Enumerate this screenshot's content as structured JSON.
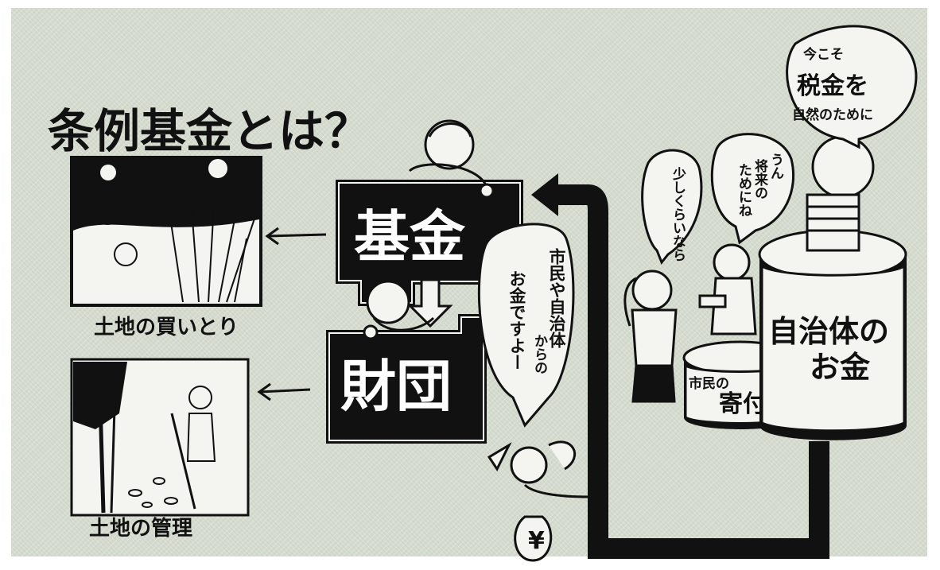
{
  "title": "条例基金とは？",
  "captions": {
    "land_purchase": "土地の買いとり",
    "land_management": "土地の管理"
  },
  "boxes": {
    "fund": "基金",
    "foundation": "財団"
  },
  "bubbles": {
    "citizen_money": [
      "市民や自治体",
      "からの",
      "お金ですよー"
    ],
    "small_amount": [
      "少しくらいなら"
    ],
    "future": [
      "うん",
      "将来の",
      "ためにね"
    ],
    "tax": [
      "今こそ",
      "税金を",
      "自然のために"
    ]
  },
  "labels": {
    "municipal_money": [
      "自治体の",
      "お金"
    ],
    "citizen_donation": [
      "市民の",
      "寄付金"
    ],
    "yen_bag": "¥"
  }
}
